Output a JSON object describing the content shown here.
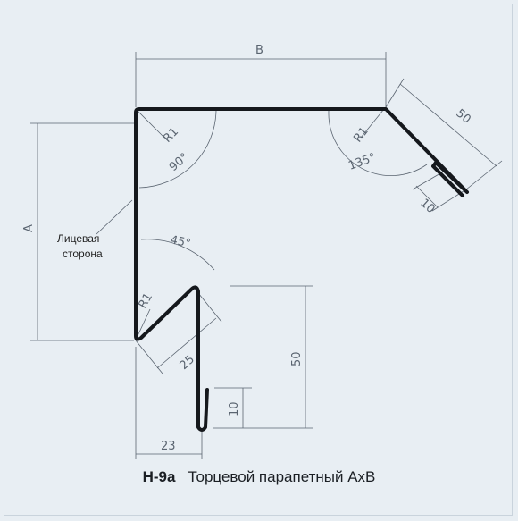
{
  "drawing": {
    "code": "Н-9а",
    "title": "Торцевой парапетный АхВ",
    "face_label_line1": "Лицевая",
    "face_label_line2": "сторона"
  },
  "dimensions": {
    "width_label": "B",
    "height_label": "A",
    "edge_top": "50",
    "hem_top": "10",
    "radius_top_left": "R1",
    "radius_top_right": "R1",
    "radius_bottom": "R1",
    "angle_top_left": "90°",
    "angle_top_right": "135°",
    "angle_bottom": "45°",
    "bottom_slant": "25",
    "bottom_height": "50",
    "bottom_hem": "10",
    "bottom_width": "23"
  }
}
